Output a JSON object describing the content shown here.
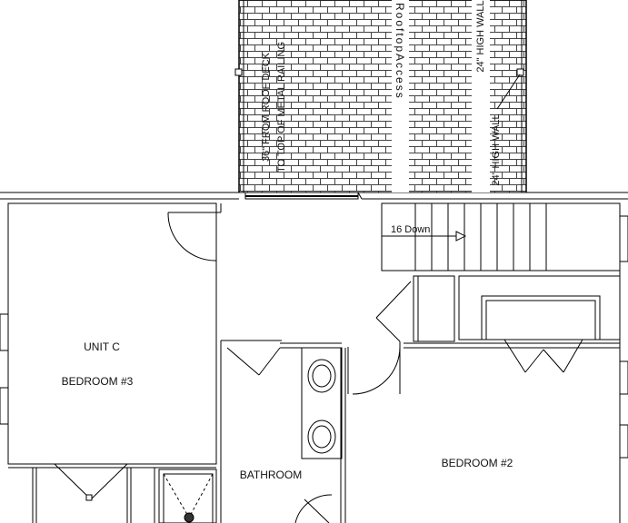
{
  "plan": {
    "roof": {
      "note_line1": "36\" FROM ROOF DECK",
      "note_line2": "TO TOP OF METAL RAILING",
      "access_label": "RooftopAccess",
      "wall_label_top": "24\" HIGH WALL",
      "wall_label_bottom": "24\" HIGH WALL"
    },
    "stairs": {
      "label": "16 Down"
    },
    "rooms": {
      "unit_label": "UNIT C",
      "bedroom3": "BEDROOM #3",
      "bathroom": "BATHROOM",
      "bedroom2": "BEDROOM #2"
    }
  }
}
